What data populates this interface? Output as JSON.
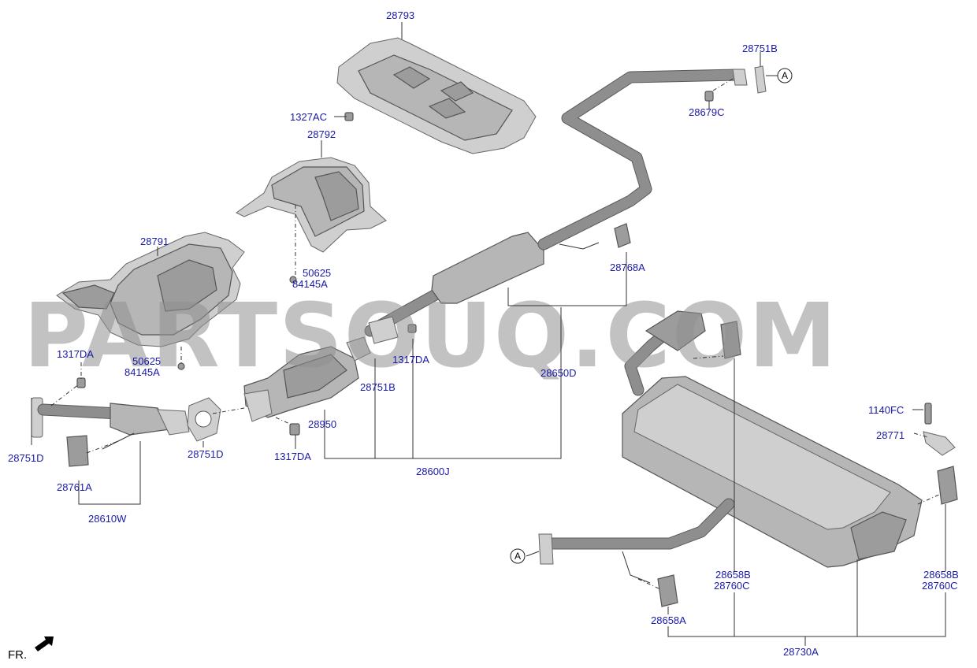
{
  "diagram": {
    "watermark": "PARTSOUQ.COM",
    "direction_label": "FR.",
    "connector_ref": "A",
    "part_labels": {
      "p28793": "28793",
      "p1327AC": "1327AC",
      "p28792": "28792",
      "p50625_top": "50625",
      "p84145A_top": "84145A",
      "p28791": "28791",
      "p1317DA_left": "1317DA",
      "p50625_bot": "50625",
      "p84145A_bot": "84145A",
      "p28751D_left": "28751D",
      "p28761A": "28761A",
      "p28610W": "28610W",
      "p28751D_mid": "28751D",
      "p1317DA_low": "1317DA",
      "p28950": "28950",
      "p28751B_mid": "28751B",
      "p1317DA_mid": "1317DA",
      "p28600J": "28600J",
      "p28650D": "28650D",
      "p28768A": "28768A",
      "p28751B_top": "28751B",
      "p28679C": "28679C",
      "p1140FC": "1140FC",
      "p28771": "28771",
      "p28658B_mid": "28658B",
      "p28760C_mid": "28760C",
      "p28658B_right": "28658B",
      "p28760C_right": "28760C",
      "p28658A": "28658A",
      "p28730A": "28730A"
    }
  }
}
